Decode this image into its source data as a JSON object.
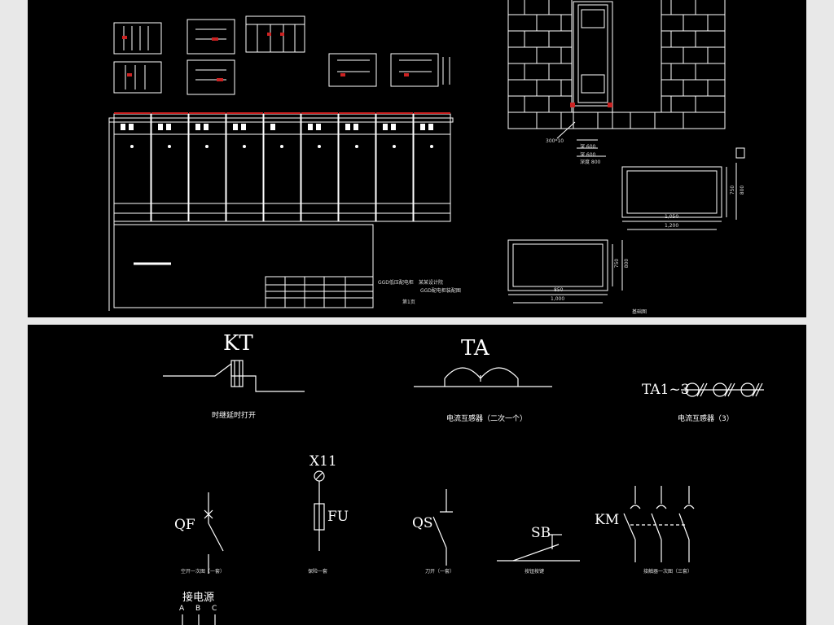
{
  "top_panel": {
    "wall_dims": [
      "300*10",
      "深 600",
      "深 600",
      "深度 800"
    ],
    "box1_dims": {
      "width_inner": "1,050",
      "width_outer": "1,200",
      "h_inner": "750",
      "h_outer": "800"
    },
    "box2_dims": {
      "width_inner": "850",
      "width_outer": "1,000",
      "h_inner": "750",
      "h_outer": "800"
    },
    "box_caption": "基础图",
    "title_block_labels": [
      "GGD低压配电柜",
      "某某设计院",
      "GGD配电柜装配图",
      "第1页"
    ]
  },
  "symbols": {
    "kt": {
      "code": "KT",
      "caption": "时继延时打开"
    },
    "ta": {
      "code": "TA",
      "caption": "电流互感器（二次一个）"
    },
    "ta13": {
      "code": "TA1~3",
      "caption": "电流互感器（3）"
    },
    "qf": {
      "code": "QF",
      "caption": "空开一次图（一套）"
    },
    "fu": {
      "code_top": "X11",
      "code_side": "FU",
      "caption": "保险一套"
    },
    "qs": {
      "code": "QS",
      "caption": "刀开（一套）"
    },
    "sb": {
      "code": "SB",
      "caption": "按钮按键"
    },
    "km": {
      "code": "KM",
      "caption": "接触器一次图（三套）"
    },
    "power": {
      "title": "接电源",
      "phases": [
        "A",
        "B",
        "C"
      ]
    }
  },
  "colors": {
    "background": "#000000",
    "line": "#ffffff",
    "accent": "#cc2222",
    "separator": "#e8e8e8"
  },
  "icons": [
    "current-transformer-icon",
    "time-relay-icon",
    "circuit-breaker-icon",
    "fuse-icon",
    "knife-switch-icon",
    "push-button-icon",
    "contactor-icon"
  ]
}
